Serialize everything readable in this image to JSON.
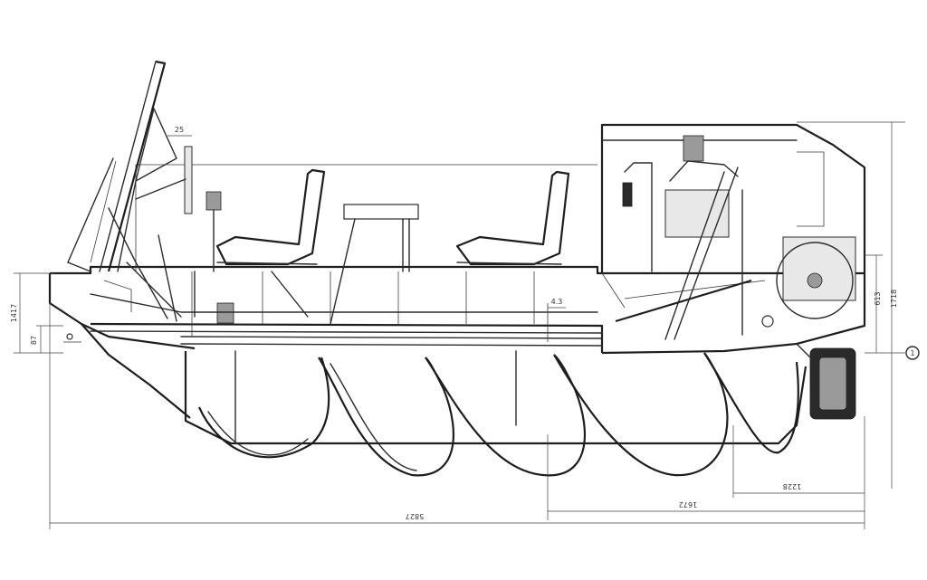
{
  "drawing": {
    "subject": "amphibious screw-propelled vehicle, side view",
    "dimensions": {
      "overall_length": "5827",
      "front_height": "1417",
      "front_ground": "87",
      "screw_span": "1672",
      "rear_offset": "1228",
      "rear_height_upper": "1718",
      "rear_height_lower": "613",
      "small_mark_top": "25",
      "small_mark_mid": "4.3"
    },
    "reference_mark": "1"
  }
}
